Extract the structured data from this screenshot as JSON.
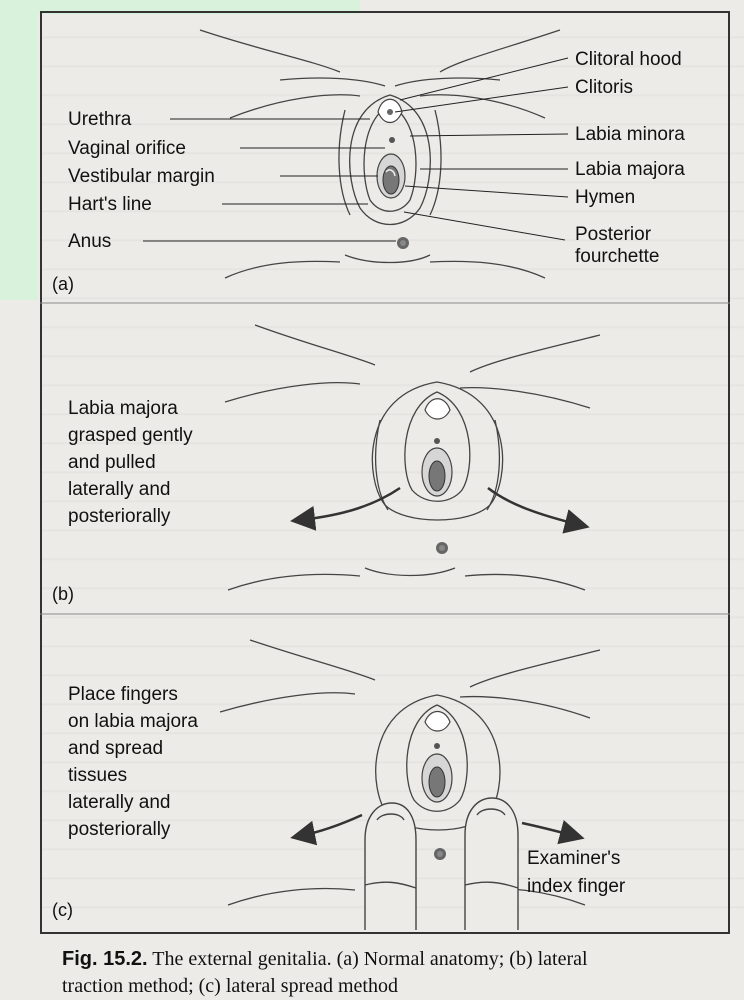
{
  "panel_a": {
    "label": "(a)",
    "left_labels": [
      "Urethra",
      "Vaginal orifice",
      "Vestibular margin",
      "Hart's line",
      "Anus"
    ],
    "right_labels": [
      "Clitoral hood",
      "Clitoris",
      "Labia minora",
      "Labia majora",
      "Hymen",
      "Posterior",
      "fourchette"
    ]
  },
  "panel_b": {
    "label": "(b)",
    "note_lines": [
      "Labia majora",
      "grasped gently",
      "and pulled",
      "laterally and",
      "posteriorally"
    ]
  },
  "panel_c": {
    "label": "(c)",
    "note_lines": [
      "Place fingers",
      "on labia majora",
      "and spread",
      "tissues",
      "laterally and",
      "posteriorally"
    ],
    "finger_lines": [
      "Examiner's",
      "index finger"
    ]
  },
  "caption": {
    "bold": "Fig. 15.2.",
    "line1": " The external genitalia. (a) Normal anatomy; (b) lateral",
    "line2": "traction method; (c) lateral spread method"
  }
}
